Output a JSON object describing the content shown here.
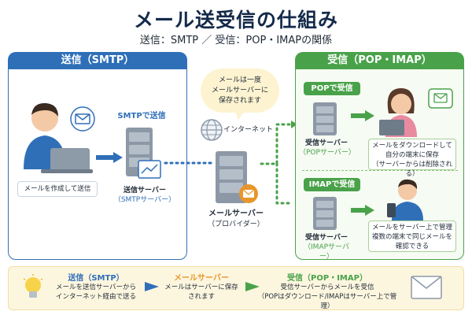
{
  "title": "メール送受信の仕組み",
  "subtitle": "送信：SMTP ／ 受信：POP・IMAPの関係",
  "send": {
    "header": "送信（SMTP）",
    "smtp_label": "SMTPで送信",
    "compose_label": "メールを作成して送信",
    "server_name": "送信サーバー",
    "server_sub": "（SMTPサーバー）"
  },
  "middle": {
    "bubble_line1": "メールは一度",
    "bubble_line2": "メールサーバーに",
    "bubble_line3": "保存されます",
    "internet_label": "インターネット",
    "server_name": "メールサーバー",
    "server_sub": "（プロバイダー）"
  },
  "receive": {
    "header": "受信（POP・IMAP）",
    "pop": {
      "chip": "POPで受信",
      "server_name": "受信サーバー",
      "server_sub": "（POPサーバー）",
      "note_line1": "メールをダウンロードして",
      "note_line2": "自分の端末に保存",
      "note_line3": "（サーバーからは削除される）"
    },
    "imap": {
      "chip": "IMAPで受信",
      "server_name": "受信サーバー",
      "server_sub": "（IMAPサーバー）",
      "note_line1": "メールをサーバー上で管理",
      "note_line2": "複数の端末で同じメールを",
      "note_line3": "確認できる"
    }
  },
  "bottom": {
    "send_head": "送信（SMTP）",
    "send_line1": "メールを送信サーバーから",
    "send_line2": "インターネット経由で送る",
    "server_head": "メールサーバー",
    "server_line1": "メールはサーバーに保存",
    "server_line2": "されます",
    "recv_head": "受信（POP・IMAP）",
    "recv_line1": "受信サーバーからメールを受信",
    "recv_line2": "（POPはダウンロード/IMAPはサーバー上で管理）"
  },
  "colors": {
    "send_blue": "#2f6fb8",
    "receive_green": "#49a24a",
    "server_orange": "#e8962a",
    "title_navy": "#142a4a"
  },
  "icons": [
    "mail-icon",
    "laptop-icon",
    "server-icon",
    "globe-icon",
    "smartphone-icon",
    "lightbulb-icon",
    "arrow-icon"
  ]
}
